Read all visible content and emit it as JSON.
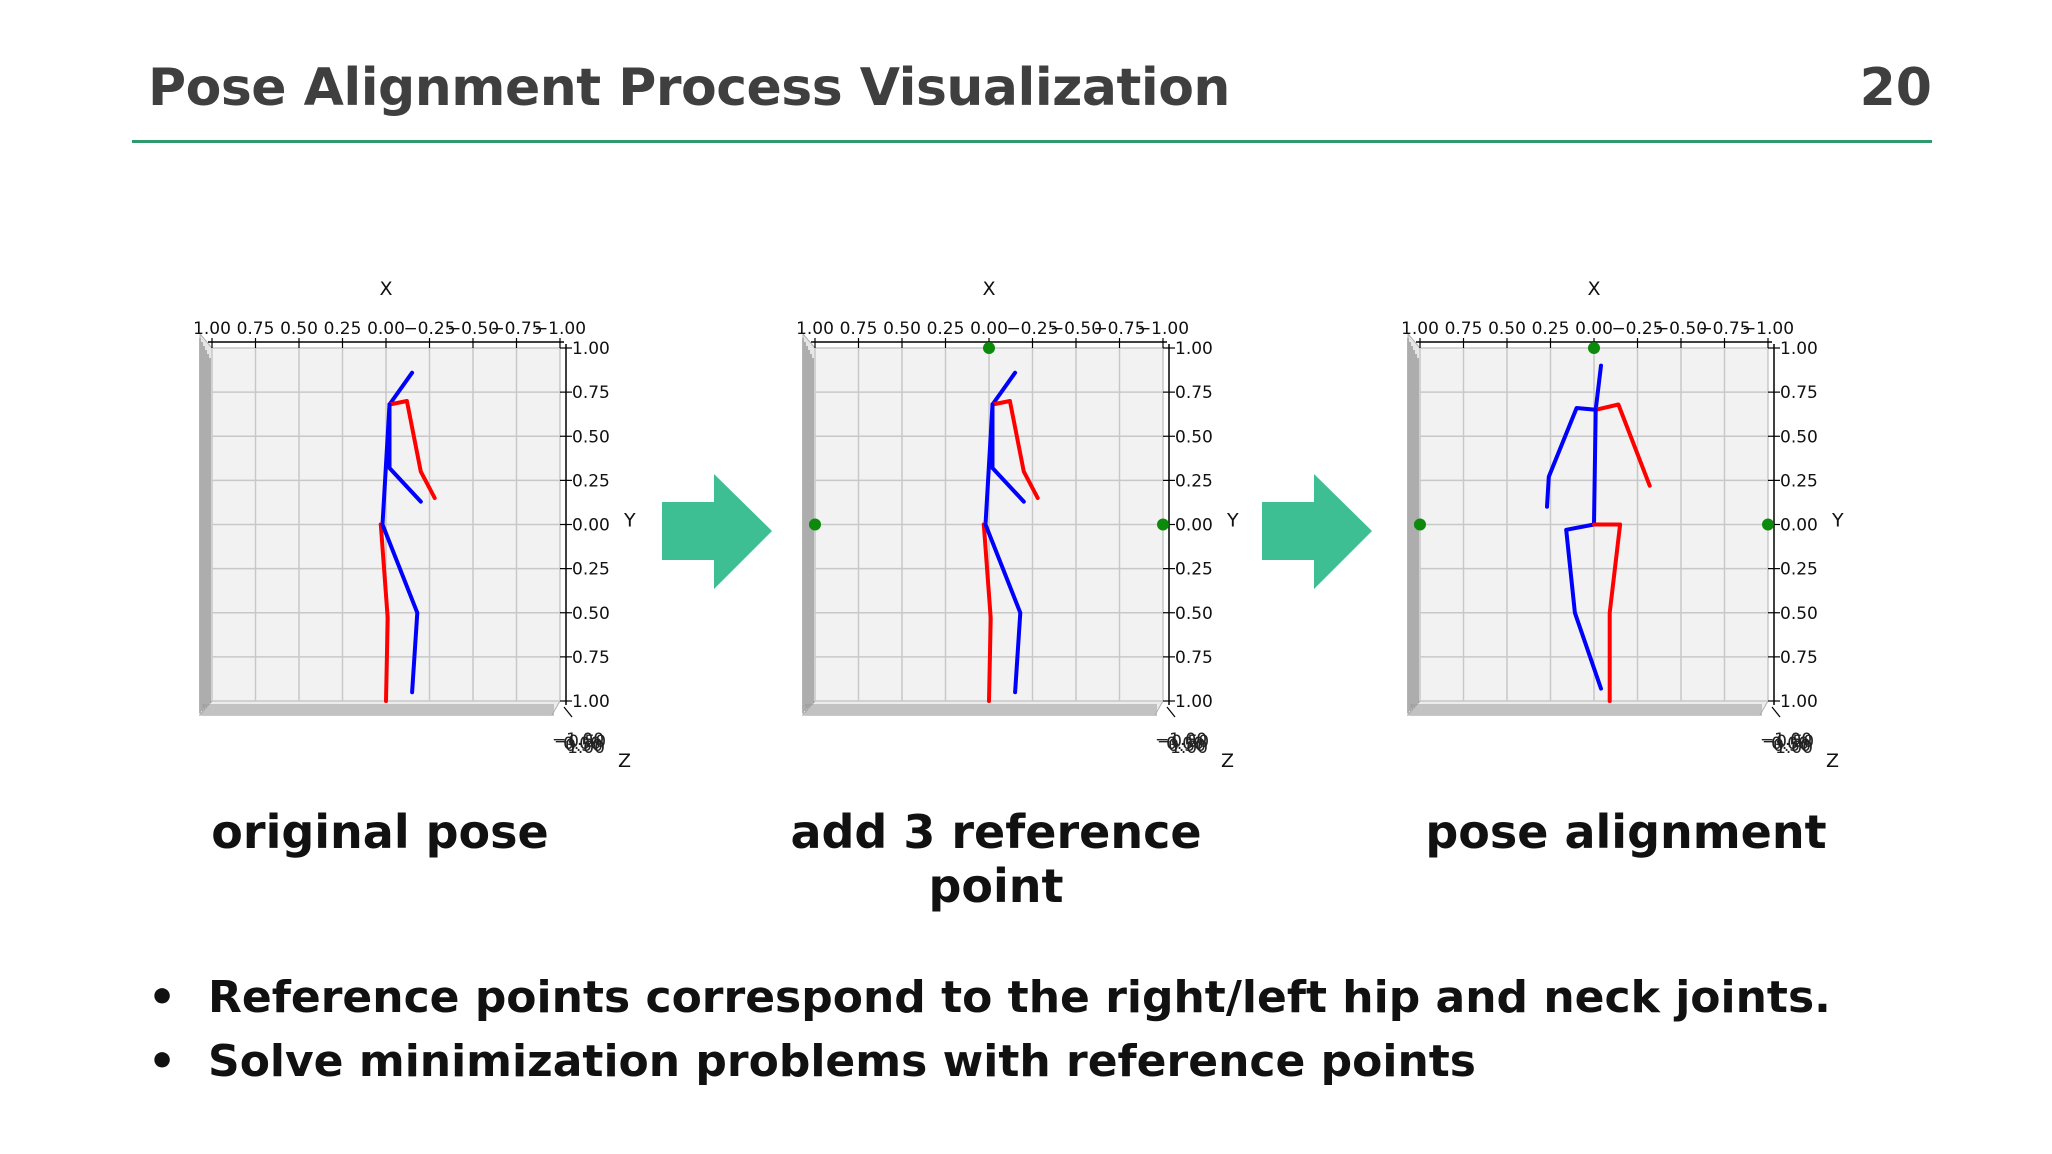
{
  "slide": {
    "title": "Pose Alignment Process Visualization",
    "page_number": "20",
    "accent_color": "#2e9a6e",
    "arrow_color": "#3dbf93"
  },
  "bullets": [
    {
      "marker": "•",
      "text": "Reference points correspond to the right/left hip and neck joints."
    },
    {
      "marker": "•",
      "text": "Solve minimization problems with reference points"
    }
  ],
  "axes": {
    "xlabel": "X",
    "ylabel": "Y",
    "zlabel": "Z",
    "x_ticks": [
      "1.00",
      "0.75",
      "0.50",
      "0.25",
      "0.00",
      "−0.25",
      "−0.50",
      "−0.75",
      "−1.00"
    ],
    "y_ticks": [
      "1.00",
      "0.75",
      "0.50",
      "0.25",
      "0.00",
      "0.25",
      "0.50",
      "0.75",
      "1.00"
    ],
    "z_ticks": [
      "−1.00",
      "−0.50",
      "0.00",
      "0.50",
      "1.00"
    ]
  },
  "chart_data": [
    {
      "type": "scatter",
      "caption": "original pose",
      "xlim": [
        1.0,
        -1.0
      ],
      "ylim": [
        1.0,
        -1.0
      ],
      "reference_points": [],
      "segments": [
        {
          "color": "#0000ff",
          "points": [
            [
              -0.15,
              0.86
            ],
            [
              -0.02,
              0.68
            ]
          ]
        },
        {
          "color": "#0000ff",
          "points": [
            [
              -0.02,
              0.68
            ],
            [
              -0.02,
              0.32
            ],
            [
              -0.2,
              0.13
            ]
          ]
        },
        {
          "color": "#ff0000",
          "points": [
            [
              -0.02,
              0.68
            ],
            [
              -0.12,
              0.7
            ],
            [
              -0.2,
              0.3
            ],
            [
              -0.28,
              0.15
            ]
          ]
        },
        {
          "color": "#0000ff",
          "points": [
            [
              -0.02,
              0.68
            ],
            [
              0.02,
              0.0
            ]
          ]
        },
        {
          "color": "#ff0000",
          "points": [
            [
              0.02,
              0.0
            ],
            [
              0.03,
              0.0
            ]
          ]
        },
        {
          "color": "#ff0000",
          "points": [
            [
              0.03,
              0.0
            ],
            [
              -0.01,
              -0.53
            ],
            [
              0.0,
              -1.0
            ]
          ]
        },
        {
          "color": "#0000ff",
          "points": [
            [
              0.02,
              0.0
            ],
            [
              -0.18,
              -0.5
            ],
            [
              -0.15,
              -0.95
            ]
          ]
        }
      ]
    },
    {
      "type": "scatter",
      "caption": "add 3 reference point",
      "xlim": [
        1.0,
        -1.0
      ],
      "ylim": [
        1.0,
        -1.0
      ],
      "reference_points": [
        [
          0.0,
          1.0
        ],
        [
          1.0,
          0.0
        ],
        [
          -1.0,
          0.0
        ]
      ],
      "reference_color": "#0b8a0b",
      "segments": [
        {
          "color": "#0000ff",
          "points": [
            [
              -0.15,
              0.86
            ],
            [
              -0.02,
              0.68
            ]
          ]
        },
        {
          "color": "#0000ff",
          "points": [
            [
              -0.02,
              0.68
            ],
            [
              -0.02,
              0.32
            ],
            [
              -0.2,
              0.13
            ]
          ]
        },
        {
          "color": "#ff0000",
          "points": [
            [
              -0.02,
              0.68
            ],
            [
              -0.12,
              0.7
            ],
            [
              -0.2,
              0.3
            ],
            [
              -0.28,
              0.15
            ]
          ]
        },
        {
          "color": "#0000ff",
          "points": [
            [
              -0.02,
              0.68
            ],
            [
              0.02,
              0.0
            ]
          ]
        },
        {
          "color": "#ff0000",
          "points": [
            [
              0.02,
              0.0
            ],
            [
              0.03,
              0.0
            ]
          ]
        },
        {
          "color": "#ff0000",
          "points": [
            [
              0.03,
              0.0
            ],
            [
              -0.01,
              -0.53
            ],
            [
              0.0,
              -1.0
            ]
          ]
        },
        {
          "color": "#0000ff",
          "points": [
            [
              0.02,
              0.0
            ],
            [
              -0.18,
              -0.5
            ],
            [
              -0.15,
              -0.95
            ]
          ]
        }
      ]
    },
    {
      "type": "scatter",
      "caption": "pose alignment",
      "xlim": [
        1.0,
        -1.0
      ],
      "ylim": [
        1.0,
        -1.0
      ],
      "reference_points": [
        [
          0.0,
          1.0
        ],
        [
          1.0,
          0.0
        ],
        [
          -1.0,
          0.0
        ]
      ],
      "reference_color": "#0b8a0b",
      "segments": [
        {
          "color": "#0000ff",
          "points": [
            [
              -0.04,
              0.9
            ],
            [
              -0.01,
              0.65
            ]
          ]
        },
        {
          "color": "#0000ff",
          "points": [
            [
              -0.01,
              0.65
            ],
            [
              0.1,
              0.66
            ],
            [
              0.26,
              0.27
            ],
            [
              0.27,
              0.1
            ]
          ]
        },
        {
          "color": "#ff0000",
          "points": [
            [
              -0.01,
              0.65
            ],
            [
              -0.14,
              0.68
            ],
            [
              -0.32,
              0.22
            ]
          ]
        },
        {
          "color": "#0000ff",
          "points": [
            [
              -0.01,
              0.65
            ],
            [
              0.0,
              0.0
            ]
          ]
        },
        {
          "color": "#0000ff",
          "points": [
            [
              0.0,
              0.0
            ],
            [
              0.16,
              -0.03
            ],
            [
              0.11,
              -0.5
            ],
            [
              -0.04,
              -0.93
            ]
          ]
        },
        {
          "color": "#ff0000",
          "points": [
            [
              0.0,
              0.0
            ],
            [
              -0.15,
              0.0
            ],
            [
              -0.09,
              -0.5
            ],
            [
              -0.09,
              -1.0
            ]
          ]
        }
      ]
    }
  ]
}
